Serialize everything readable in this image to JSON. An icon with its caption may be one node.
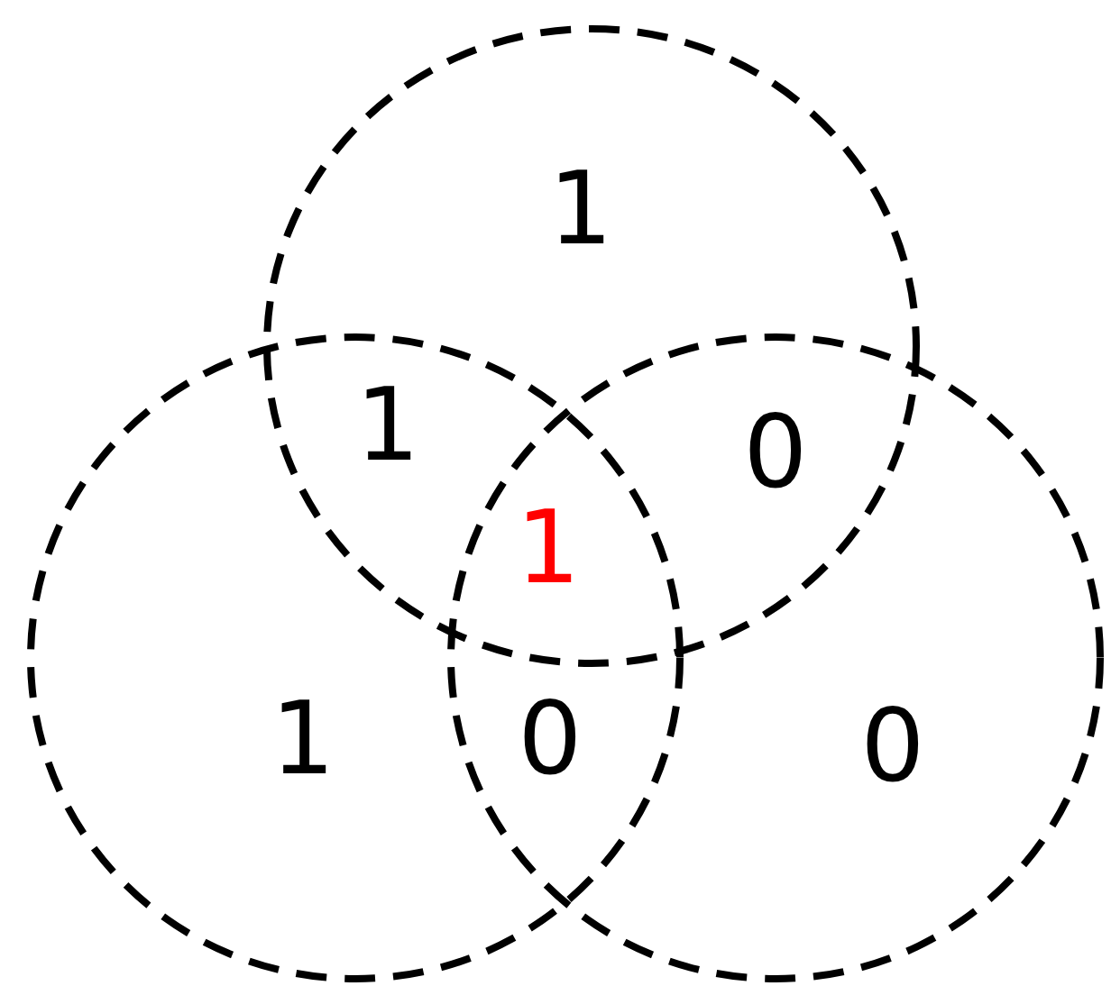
{
  "diagram": {
    "nodes": [
      {
        "text": [],
        "shape": "circle"
      },
      {
        "text": [],
        "shape": "circle"
      },
      {
        "text": [],
        "shape": "circle"
      }
    ],
    "labels": [
      "1",
      "1",
      "0",
      "1",
      "1",
      "0",
      "0"
    ]
  }
}
